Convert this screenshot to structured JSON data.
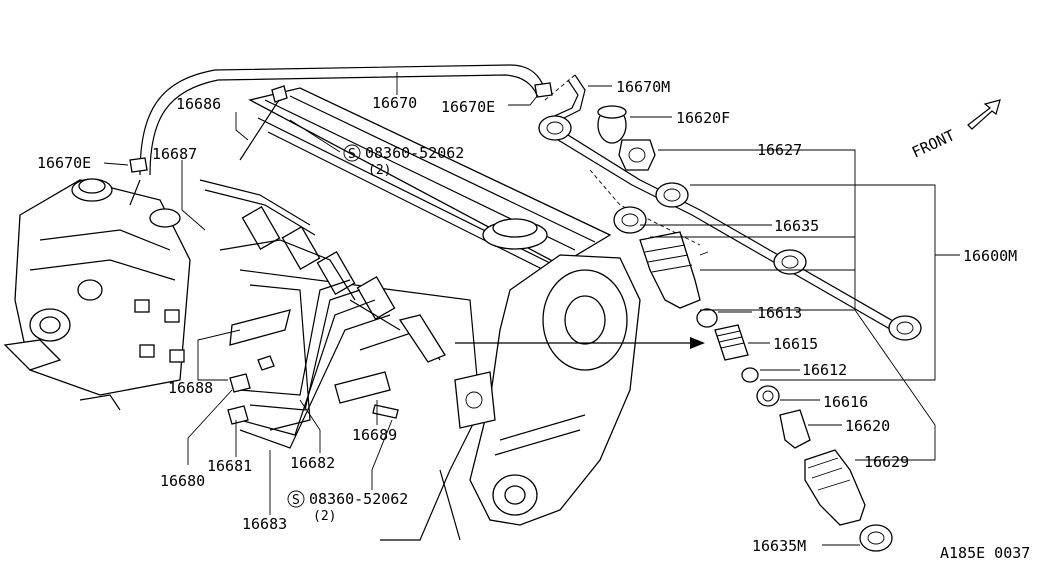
{
  "labels": {
    "p16670": "16670",
    "p16670E_top": "16670E",
    "p16670M": "16670M",
    "p16620F": "16620F",
    "p16627": "16627",
    "p16686": "16686",
    "p16687": "16687",
    "p16670E_left": "16670E",
    "bolt_top_code": "08360-52062",
    "bolt_top_qty": "(2)",
    "p16635": "16635",
    "p16600M": "16600M",
    "p16613": "16613",
    "p16615": "16615",
    "p16612": "16612",
    "p16616": "16616",
    "p16620": "16620",
    "p16629": "16629",
    "p16635M": "16635M",
    "p16688": "16688",
    "p16680": "16680",
    "p16681": "16681",
    "p16682": "16682",
    "p16689": "16689",
    "bolt_bottom_code": "08360-52062",
    "bolt_bottom_qty": "(2)",
    "p16683": "16683",
    "front": "FRONT",
    "diagram_code": "A185E 0037",
    "s_mark": "S"
  }
}
